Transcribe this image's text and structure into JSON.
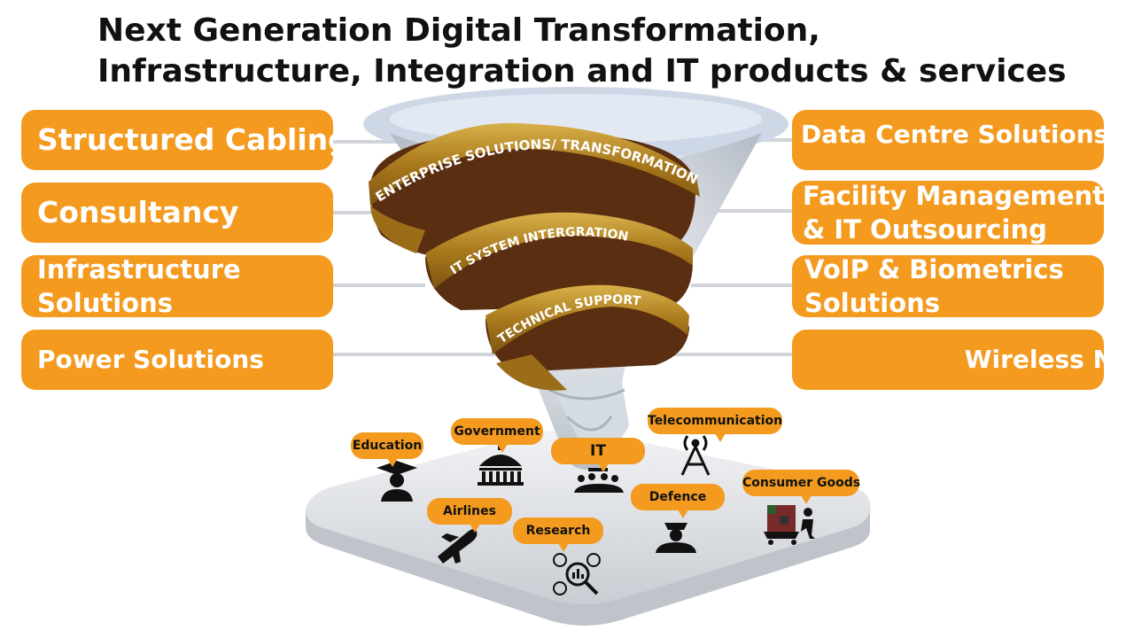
{
  "title": {
    "line1": "Next Generation Digital Transformation,",
    "line2": "Infrastructure, Integration and IT products & services"
  },
  "left_pills": [
    {
      "label": "Structured Cabling"
    },
    {
      "label": "Consultancy"
    },
    {
      "label1": "Infrastructure",
      "label2": "Solutions"
    },
    {
      "label": "Power Solutions"
    }
  ],
  "right_pills": [
    {
      "label": "Data Centre Solutions"
    },
    {
      "label1": "Facility Management",
      "label2": "& IT Outsourcing"
    },
    {
      "label1": "VoIP & Biometrics",
      "label2": "Solutions"
    },
    {
      "label": "Wireless Ne"
    }
  ],
  "ribbons": {
    "top": "ENTERPRISE SOLUTIONS/ TRANSFORMATION",
    "middle": "IT SYSTEM INTERGRATION",
    "bottom": "TECHNICAL SUPPORT"
  },
  "industries": {
    "education": "Education",
    "government": "Government",
    "it": "IT",
    "telecommunication": "Telecommunication",
    "airlines": "Airlines",
    "research": "Research",
    "defence": "Defence",
    "consumer_goods": "Consumer Goods"
  },
  "colors": {
    "accent": "#f39a1f",
    "ribbon": "#b88a25",
    "title": "#111111"
  }
}
